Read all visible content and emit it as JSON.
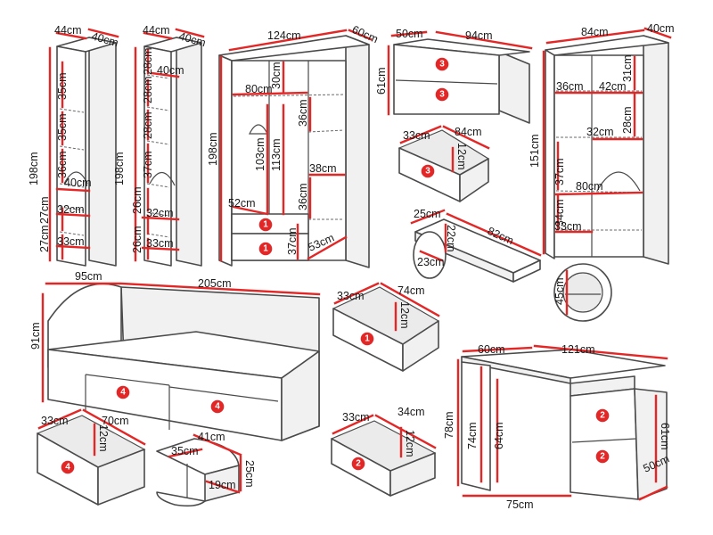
{
  "dims": {
    "c1_w": "44cm",
    "c1_d": "40cm",
    "c1_h": "198cm",
    "c1_s1": "35cm",
    "c1_s2": "35cm",
    "c1_s3": "36cm",
    "c1_s4": "40cm",
    "c1_s5": "27cm",
    "c1_s6": "32cm",
    "c1_s7": "27cm",
    "c1_s8": "33cm",
    "c2_w": "44cm",
    "c2_d": "40cm",
    "c2_h": "198cm",
    "c2_s1": "28cm",
    "c2_s2": "40cm",
    "c2_s3": "28cm",
    "c2_s4": "28cm",
    "c2_s5": "37cm",
    "c2_s6": "26cm",
    "c2_s7": "32cm",
    "c2_s8": "26cm",
    "c2_s9": "33cm",
    "w_w": "124cm",
    "w_d": "60cm",
    "w_h": "198cm",
    "w_a": "80cm",
    "w_b": "30cm",
    "w_c": "36cm",
    "w_d1": "103cm",
    "w_e": "113cm",
    "w_f": "38cm",
    "w_g": "52cm",
    "w_h1": "36cm",
    "w_i": "37cm",
    "w_j": "53cm",
    "t_d": "50cm",
    "t_w": "94cm",
    "t_h": "61cm",
    "d3_d": "33cm",
    "d3_w": "84cm",
    "d3_h": "12cm",
    "r_w": "84cm",
    "r_d": "40cm",
    "r_h": "151cm",
    "r_a": "31cm",
    "r_b": "36cm",
    "r_c": "42cm",
    "r_e": "28cm",
    "r_f": "32cm",
    "r_g": "37cm",
    "r_i": "80cm",
    "r_j": "34cm",
    "r_k": "33cm",
    "sh_d": "25cm",
    "sh_w": "82cm",
    "sh_h": "22cm",
    "sh_a": "23cm",
    "ring": "45cm",
    "bed_l": "95cm",
    "bed_w": "205cm",
    "bed_h": "91cm",
    "d1_d": "33cm",
    "d1_w": "74cm",
    "d1_h": "12cm",
    "desk_d": "60cm",
    "desk_w": "121cm",
    "desk_h": "78cm",
    "desk_a": "74cm",
    "desk_b": "64cm",
    "desk_c": "61cm",
    "desk_e": "50cm",
    "desk_f": "75cm",
    "d4_d": "33cm",
    "d4_w": "70cm",
    "d4_h": "12cm",
    "ns_w": "41cm",
    "ns_d": "35cm",
    "ns_h": "25cm",
    "ns_i": "19cm",
    "d2_d": "33cm",
    "d2_w": "34cm",
    "d2_h": "12cm"
  },
  "badges": {
    "one": "1",
    "two": "2",
    "three": "3",
    "four": "4"
  },
  "colors": {
    "accent": "#e32626",
    "outline": "#4a4a4a"
  }
}
